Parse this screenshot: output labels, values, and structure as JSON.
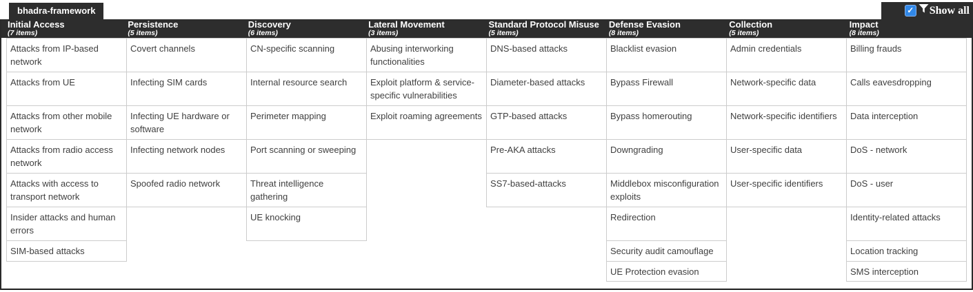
{
  "tab": {
    "label": "bhadra-framework"
  },
  "controls": {
    "show_all_label": "Show all",
    "show_all_checked": true,
    "check_glyph": "✓"
  },
  "colors": {
    "header_bg": "#2d2d2d",
    "cell_border": "#cccccc",
    "body_text": "#3f3f3f",
    "checkbox_blue": "#3188e8"
  },
  "matrix": {
    "max_rows": 8,
    "columns": [
      {
        "name": "Initial Access",
        "count": "(7 items)",
        "items": [
          "Attacks from IP-based network",
          "Attacks from UE",
          "Attacks from other mobile network",
          "Attacks from radio access network",
          "Attacks with access to transport network",
          "Insider attacks and human errors",
          "SIM-based attacks"
        ]
      },
      {
        "name": "Persistence",
        "count": "(5 items)",
        "items": [
          "Covert channels",
          "Infecting SIM cards",
          "Infecting UE hardware or software",
          "Infecting network nodes",
          "Spoofed radio network"
        ]
      },
      {
        "name": "Discovery",
        "count": "(6 items)",
        "items": [
          "CN-specific scanning",
          "Internal resource search",
          "Perimeter mapping",
          "Port scanning or sweeping",
          "Threat intelligence gathering",
          "UE knocking"
        ]
      },
      {
        "name": "Lateral Movement",
        "count": "(3 items)",
        "items": [
          "Abusing interworking functionalities",
          "Exploit platform & service-specific vulnerabilities",
          "Exploit roaming agreements"
        ]
      },
      {
        "name": "Standard Protocol Misuse",
        "count": "(5 items)",
        "items": [
          "DNS-based attacks",
          "Diameter-based attacks",
          "GTP-based attacks",
          "Pre-AKA attacks",
          "SS7-based-attacks"
        ]
      },
      {
        "name": "Defense Evasion",
        "count": "(8 items)",
        "items": [
          "Blacklist evasion",
          "Bypass Firewall",
          "Bypass homerouting",
          "Downgrading",
          "Middlebox misconfiguration exploits",
          "Redirection",
          "Security audit camouflage",
          "UE Protection evasion"
        ]
      },
      {
        "name": "Collection",
        "count": "(5 items)",
        "items": [
          "Admin credentials",
          "Network-specific data",
          "Network-specific identifiers",
          "User-specific data",
          "User-specific identifiers"
        ]
      },
      {
        "name": "Impact",
        "count": "(8 items)",
        "items": [
          "Billing frauds",
          "Calls eavesdropping",
          "Data interception",
          "DoS - network",
          "DoS - user",
          "Identity-related attacks",
          "Location tracking",
          "SMS interception"
        ]
      }
    ]
  }
}
